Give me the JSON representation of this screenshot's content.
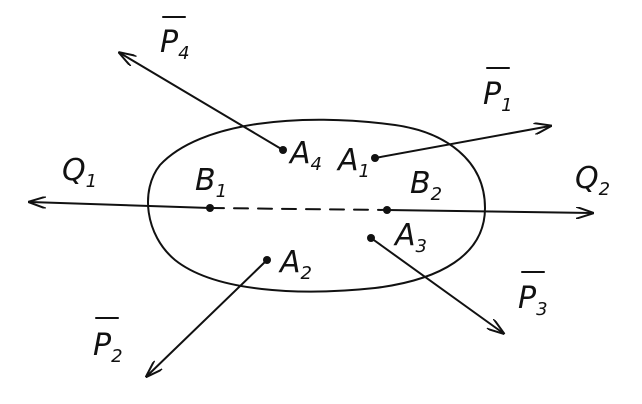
{
  "points": {
    "A1": {
      "main": "A",
      "sub": "1"
    },
    "A2": {
      "main": "A",
      "sub": "2"
    },
    "A3": {
      "main": "A",
      "sub": "3"
    },
    "A4": {
      "main": "A",
      "sub": "4"
    },
    "B1": {
      "main": "B",
      "sub": "1"
    },
    "B2": {
      "main": "B",
      "sub": "2"
    }
  },
  "forces": {
    "P1": {
      "main": "P",
      "sub": "1"
    },
    "P2": {
      "main": "P",
      "sub": "2"
    },
    "P3": {
      "main": "P",
      "sub": "3"
    },
    "P4": {
      "main": "P",
      "sub": "4"
    },
    "Q1": {
      "main": "Q",
      "sub": "1"
    },
    "Q2": {
      "main": "Q",
      "sub": "2"
    }
  }
}
